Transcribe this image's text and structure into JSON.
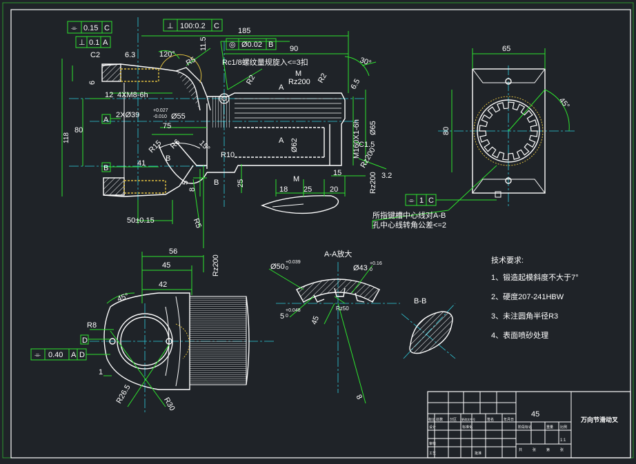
{
  "drawing": {
    "title_block": {
      "title": "万向节滑动叉",
      "scale_value": "45",
      "ratio": "1:1",
      "row_header_labels": [
        "标记",
        "处数",
        "分区",
        "更改文件号",
        "签名",
        "年月日"
      ],
      "left_labels": [
        "设计",
        "标准化",
        "审核",
        "工艺",
        "批准"
      ],
      "stage_labels": [
        "阶段标记",
        "重量",
        "比例"
      ],
      "sheet_labels": [
        "共",
        "张",
        "第",
        "张"
      ]
    },
    "tech_requirements": {
      "heading": "技术要求:",
      "items": [
        "1、锻造起模斜度不大于7°",
        "2、硬度207-241HBW",
        "3、未注圆角半径R3",
        "4、表面喷砂处理"
      ]
    },
    "main_view": {
      "dims": {
        "d185": "185",
        "d90": "90",
        "d75": "75",
        "d80": "80",
        "d118": "118",
        "d41": "41",
        "d25": "25",
        "d18": "18",
        "d20": "20",
        "d15": "15",
        "d12": "12",
        "d6": "6",
        "d8": "8",
        "d5": "5",
        "c2": "C2",
        "c15": "C1.5",
        "d63": "6.3",
        "r5": "R5",
        "r2a": "R2",
        "r2b": "R2",
        "r15": "R15",
        "r6": "R6",
        "r10": "R10",
        "r5b": "R5",
        "phi55": "Ø55",
        "phi62": "Ø62",
        "phi65": "Ø65",
        "m160": "M160X1-6h",
        "thread": "4XM8-6h",
        "bore": "2XØ39",
        "bore_tol_up": "+0.027",
        "bore_tol_lo": "-0.010",
        "d50": "50±0.15",
        "ang120": "120°",
        "ang30": "30°",
        "ang15": "15°",
        "rz200a": "Rz200",
        "rz200b": "Rz200",
        "rz200c": "Rz200",
        "d32": "3.2",
        "d115": "11.5",
        "letter_m1": "M",
        "letter_m2": "M",
        "letter_a1": "A",
        "letter_a2": "A",
        "letter_b1": "B",
        "letter_b2": "B",
        "d65_top": "6.5"
      },
      "gdt": {
        "flat1_val": "0.15",
        "flat1_ref": "C",
        "perp1_val": "0.1",
        "perp1_ref": "A",
        "perp2_val": "100:0.2",
        "perp2_ref": "C",
        "conc_val": "Ø0.02",
        "conc_ref": "B"
      },
      "datums": {
        "a": "A",
        "b": "B"
      },
      "note": "Rc1/8螺纹量规旋入<=3扣"
    },
    "side_view": {
      "d65": "65",
      "d80": "80",
      "ang45": "45°",
      "gdt_sym_ref": "C",
      "gdt_sym_val": "1",
      "note_line1": "所指键槽中心线对A-B",
      "note_line2": "孔中心线转角公差<=2"
    },
    "bottom_view": {
      "d56": "56",
      "d45": "45",
      "d42": "42",
      "ang45": "45°",
      "r8": "R8",
      "r265": "R26.5",
      "r30": "R30",
      "rz200": "Rz200",
      "d1": "1",
      "datum_d": "D",
      "gdt_val": "0.40",
      "gdt_ref1": "A",
      "gdt_ref2": "D"
    },
    "section_aa": {
      "title": "A-A放大",
      "phi50": "Ø50",
      "phi50_tol": "+0.039",
      "phi50_tol0": "0",
      "phi43": "Ø43",
      "phi43_tol": "+0.16",
      "phi43_tol0": "0",
      "d5": "5",
      "d5_tol": "+0.048",
      "d5_tol0": "0",
      "d45": "45",
      "rz50": "Rz50",
      "d8": "8"
    },
    "section_bb": {
      "title": "B-B"
    }
  }
}
